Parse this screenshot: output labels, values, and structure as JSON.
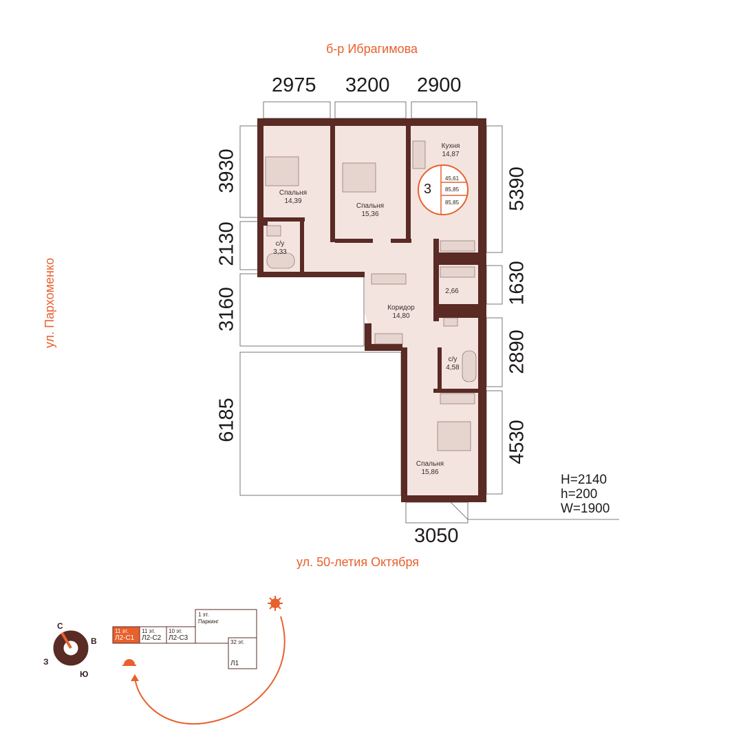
{
  "streets": {
    "top": "б-р Ибрагимова",
    "left": "ул. Пархоменко",
    "bottom": "ул. 50-летия Октября"
  },
  "dimensions": {
    "top": [
      "2975",
      "3200",
      "2900"
    ],
    "left": [
      "3930",
      "2130",
      "3160",
      "6185"
    ],
    "right": [
      "5390",
      "1630",
      "2890",
      "4530"
    ],
    "bottom": "3050"
  },
  "rooms": [
    {
      "name": "Кухня",
      "area": "14,87"
    },
    {
      "name": "Спальня",
      "area": "14,39"
    },
    {
      "name": "Спальня",
      "area": "15,36"
    },
    {
      "name": "с/у",
      "area": "3,33"
    },
    {
      "name": "",
      "area": "2,66"
    },
    {
      "name": "Коридор",
      "area": "14,80"
    },
    {
      "name": "с/у",
      "area": "4,58"
    },
    {
      "name": "Спальня",
      "area": "15,86"
    }
  ],
  "badge": {
    "rooms": "3",
    "living": "45,61",
    "total": "85,85",
    "total2": "85,85"
  },
  "heights": {
    "H": "H=2140",
    "h": "h=200",
    "W": "W=1900"
  },
  "compass": {
    "n": "С",
    "e": "В",
    "w": "З",
    "s": "Ю"
  },
  "sections": [
    {
      "floors": "11 эт.",
      "code": "Л2-С1",
      "active": true
    },
    {
      "floors": "11 эт.",
      "code": "Л2-С2"
    },
    {
      "floors": "10 эт.",
      "code": "Л2-С3"
    },
    {
      "floors": "1 эт.",
      "code": "Паркинг"
    },
    {
      "floors": "32 эт.",
      "code": "Л1"
    }
  ],
  "colors": {
    "accent": "#e8602c",
    "wall": "#5a2a24",
    "floor": "#f3e4e0"
  }
}
